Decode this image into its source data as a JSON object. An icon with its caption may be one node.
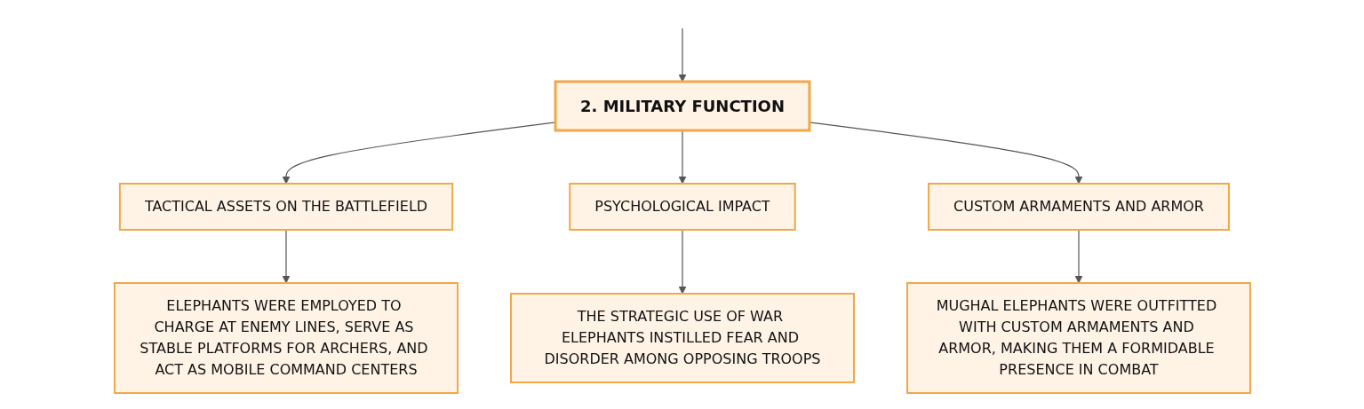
{
  "diagram": {
    "nodes": [
      {
        "text": [
          "2. MILITARY FUNCTION"
        ]
      },
      {
        "text": [
          "TACTICAL ASSETS ON THE BATTLEFIELD"
        ]
      },
      {
        "text": [
          "PSYCHOLOGICAL IMPACT"
        ]
      },
      {
        "text": [
          "CUSTOM ARMAMENTS AND ARMOR"
        ]
      },
      {
        "text": [
          "ELEPHANTS WERE EMPLOYED TO CHARGE AT ENEMY LINES, SERVE AS STABLE PLATFORMS FOR ARCHERS, AND ACT AS MOBILE COMMAND CENTERS"
        ]
      },
      {
        "text": [
          "THE STRATEGIC USE OF WAR ELEPHANTS INSTILLED FEAR AND DISORDER AMONG OPPOSING TROOPS"
        ]
      },
      {
        "text": [
          "MUGHAL ELEPHANTS WERE OUTFITTED WITH CUSTOM ARMAMENTS AND ARMOR, MAKING THEM A FORMIDABLE PRESENCE IN COMBAT"
        ]
      }
    ],
    "edges": [
      {
        "from": null,
        "to": 0,
        "arrow": "to"
      },
      {
        "from": 0,
        "to": 1,
        "arrow": "to"
      },
      {
        "from": 0,
        "to": 2,
        "arrow": "to"
      },
      {
        "from": 0,
        "to": 3,
        "arrow": "to"
      },
      {
        "from": 1,
        "to": 4,
        "arrow": "to"
      },
      {
        "from": 2,
        "to": 5,
        "arrow": "to"
      },
      {
        "from": 3,
        "to": 6,
        "arrow": "to"
      }
    ]
  }
}
